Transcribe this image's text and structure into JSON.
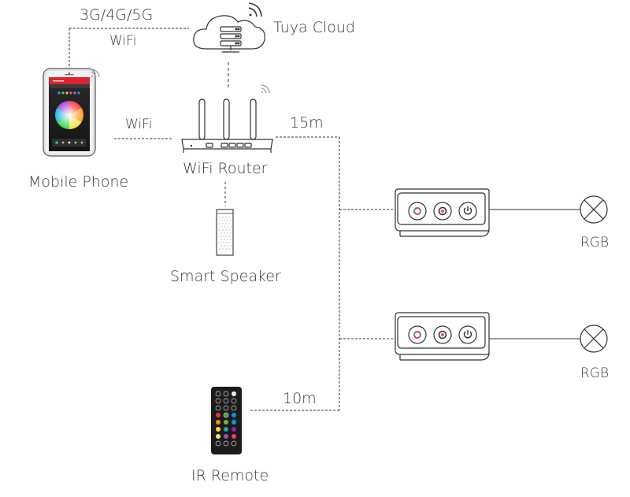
{
  "labels": {
    "network_top": "3G/4G/5G",
    "wifi_top": "WiFi",
    "cloud": "Tuya Cloud",
    "wifi_mid": "WiFi",
    "distance_top": "15m",
    "phone": "Mobile Phone",
    "router": "WiFi Router",
    "speaker": "Smart Speaker",
    "rgb_top": "RGB",
    "rgb_bottom": "RGB",
    "distance_bottom": "10m",
    "remote": "IR Remote"
  },
  "icons": {
    "cloud": "cloud-server-icon",
    "phone": "smartphone-icon",
    "router": "wifi-router-icon",
    "speaker": "smart-speaker-icon",
    "controller": "touch-controller-icon",
    "lamp": "lamp-icon",
    "remote": "ir-remote-icon"
  },
  "colors": {
    "line": "#333333",
    "text": "#3a3a3a",
    "phone_accent": "#d9232d",
    "remote_body": "#1b1b1b"
  }
}
